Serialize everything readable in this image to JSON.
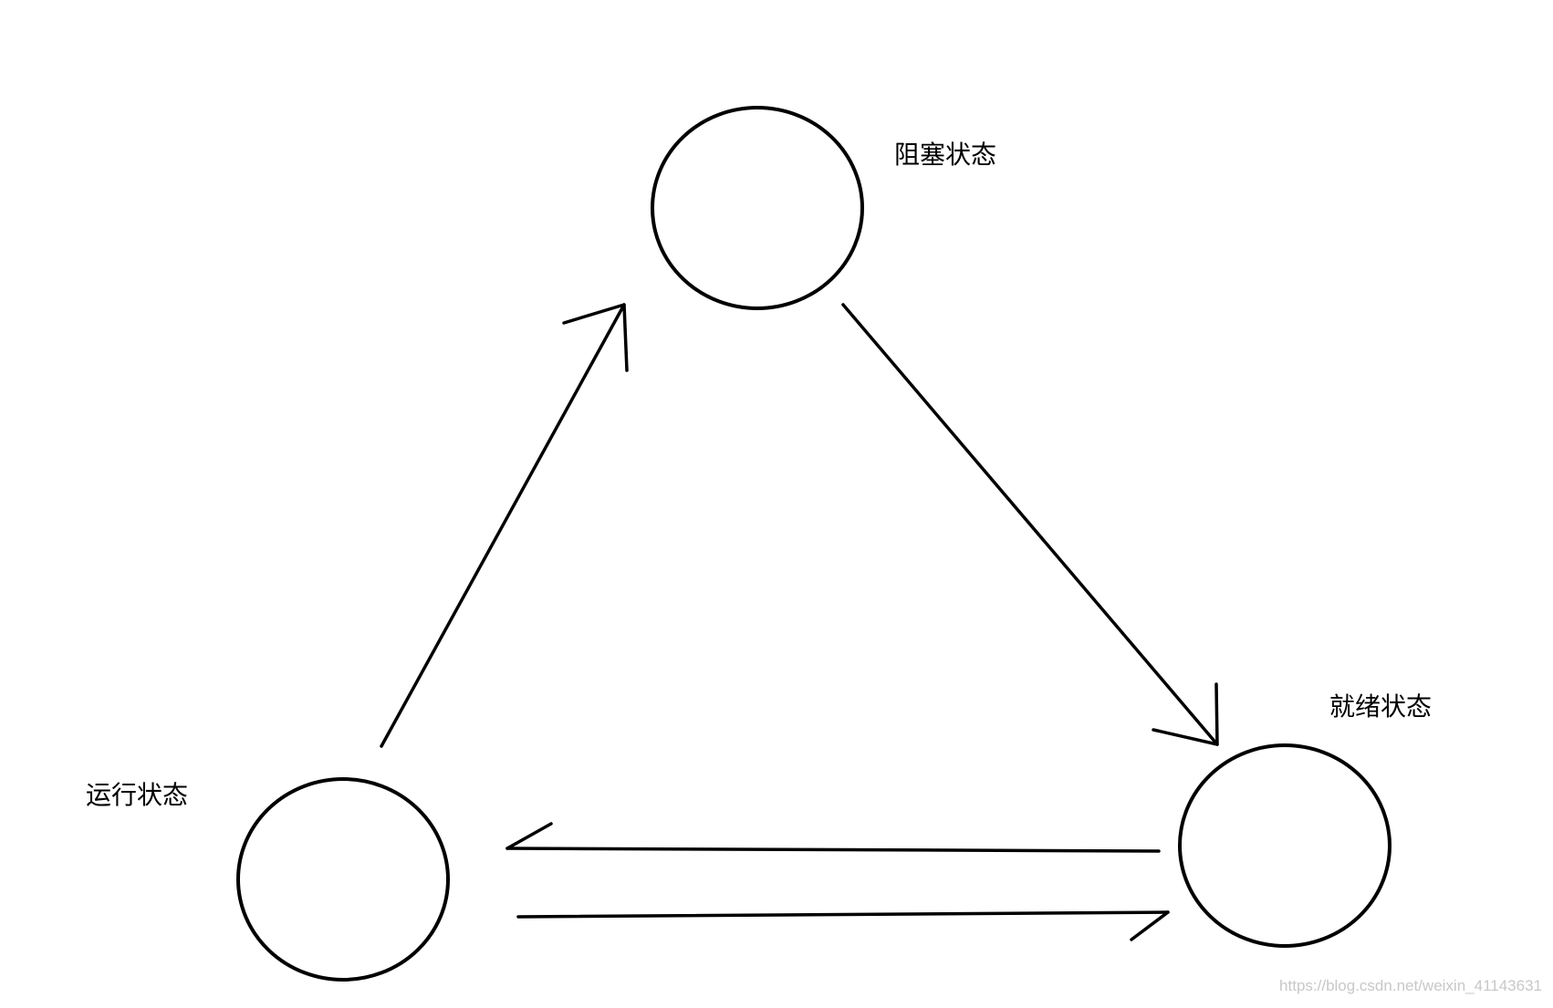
{
  "diagram": {
    "nodes": {
      "blocked": {
        "label": "阻塞状态"
      },
      "ready": {
        "label": "就绪状态"
      },
      "running": {
        "label": "运行状态"
      }
    },
    "edges": [
      {
        "from": "running",
        "to": "blocked"
      },
      {
        "from": "blocked",
        "to": "ready"
      },
      {
        "from": "ready",
        "to": "running"
      },
      {
        "from": "running",
        "to": "ready"
      }
    ]
  },
  "watermark": "https://blog.csdn.net/weixin_41143631",
  "colors": {
    "stroke": "#000000",
    "background": "#ffffff",
    "watermark": "#c8c8c8"
  }
}
